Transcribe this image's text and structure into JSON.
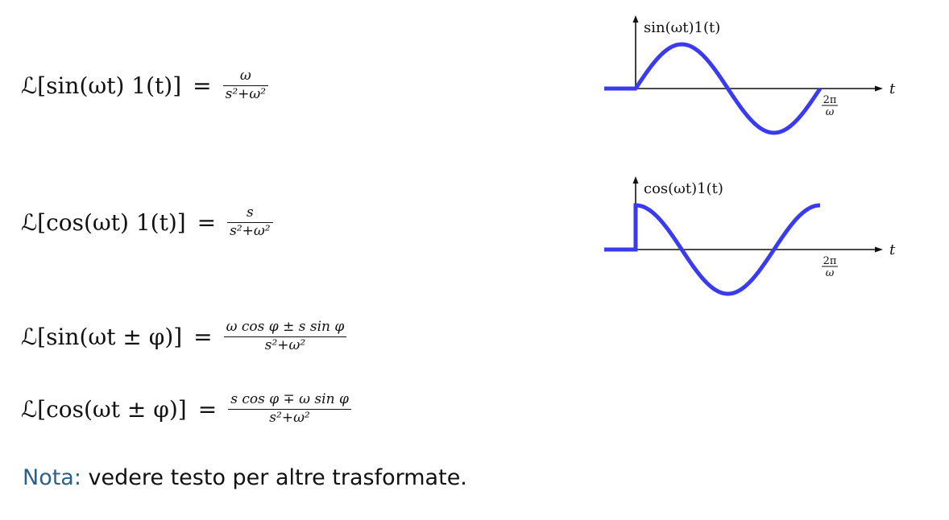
{
  "formulas": {
    "f1": {
      "lhs": "ℒ[sin(ωt) 1(t)]",
      "num": "ω",
      "den": "s²+ω²"
    },
    "f2": {
      "lhs": "ℒ[cos(ωt) 1(t)]",
      "num": "s",
      "den": "s²+ω²"
    },
    "f3": {
      "lhs": "ℒ[sin(ωt ± φ)]",
      "num": "ω cos φ ± s sin φ",
      "den": "s²+ω²"
    },
    "f4": {
      "lhs": "ℒ[cos(ωt ± φ)]",
      "num": "s cos φ ∓ ω sin φ",
      "den": "s²+ω²"
    },
    "equals": "="
  },
  "plots": {
    "sin": {
      "ylabel": "sin(ωt)1(t)",
      "xlabel": "t",
      "tick_num": "2π",
      "tick_den": "ω",
      "function": "sin"
    },
    "cos": {
      "ylabel": "cos(ωt)1(t)",
      "xlabel": "t",
      "tick_num": "2π",
      "tick_den": "ω",
      "function": "cos"
    },
    "curve_color": "#3a3af0"
  },
  "note": {
    "keyword": "Nota:",
    "text": "vedere testo per altre trasformate."
  }
}
